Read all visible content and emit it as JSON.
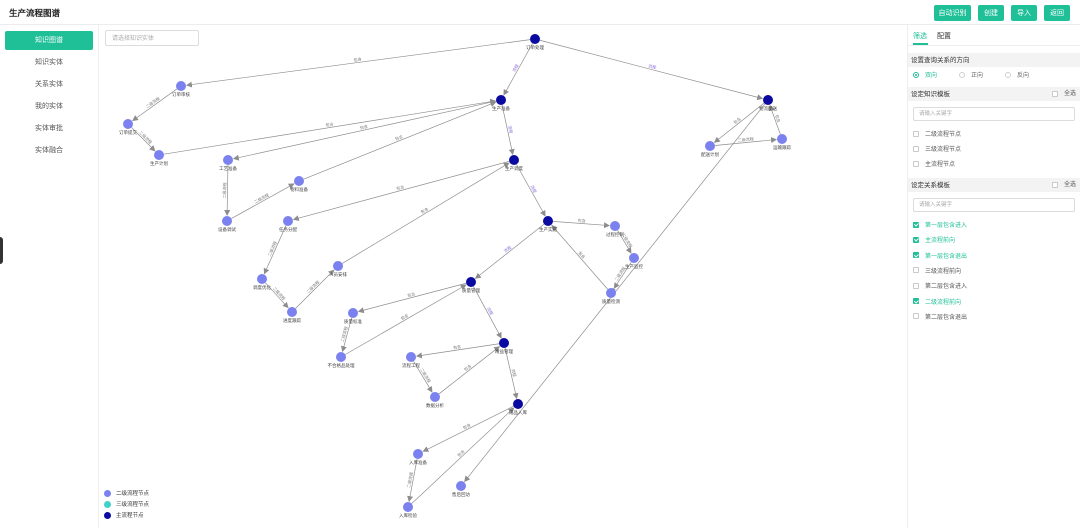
{
  "header": {
    "title": "生产流程图谱",
    "buttons": [
      "自动识别",
      "创建",
      "导入",
      "返回"
    ]
  },
  "sidebar": {
    "items": [
      "知识图谱",
      "知识实体",
      "关系实体",
      "我的实体",
      "实体审批",
      "实体融合"
    ],
    "active_index": 0
  },
  "search": {
    "placeholder": "请选择知识实体"
  },
  "colors": {
    "accent": "#1fbf98",
    "level2": "#7b82ef",
    "level3": "#3fd2c8",
    "main": "#0a0aa0",
    "edge": "#8d8d8d"
  },
  "graph": {
    "nodes": [
      {
        "id": "n_order",
        "label": "订单处理",
        "type": "main"
      },
      {
        "id": "n_orderrev",
        "label": "订单审核",
        "type": "l2"
      },
      {
        "id": "n_ordersub",
        "label": "订单提交",
        "type": "l2"
      },
      {
        "id": "n_prodplan",
        "label": "生产计划",
        "type": "l2"
      },
      {
        "id": "n_prodprep",
        "label": "生产准备",
        "type": "main"
      },
      {
        "id": "n_tech",
        "label": "工艺准备",
        "type": "l2"
      },
      {
        "id": "n_mat",
        "label": "物料准备",
        "type": "l2"
      },
      {
        "id": "n_equip",
        "label": "设备调试",
        "type": "l2"
      },
      {
        "id": "n_sched",
        "label": "生产调度",
        "type": "main"
      },
      {
        "id": "n_task",
        "label": "任务分配",
        "type": "l2"
      },
      {
        "id": "n_people",
        "label": "人员安排",
        "type": "l2"
      },
      {
        "id": "n_schedopt",
        "label": "调度优化",
        "type": "l2"
      },
      {
        "id": "n_progress",
        "label": "进度跟踪",
        "type": "l2"
      },
      {
        "id": "n_prodexec",
        "label": "生产实施",
        "type": "main"
      },
      {
        "id": "n_procctrl",
        "label": "过程控制",
        "type": "l2"
      },
      {
        "id": "n_prodmon",
        "label": "生产监控",
        "type": "l2"
      },
      {
        "id": "n_qc",
        "label": "质量检测",
        "type": "l2"
      },
      {
        "id": "n_qualmgmt",
        "label": "质量管理",
        "type": "main"
      },
      {
        "id": "n_qualstd",
        "label": "质量标准",
        "type": "l2"
      },
      {
        "id": "n_unqual",
        "label": "不合格品处理",
        "type": "l2"
      },
      {
        "id": "n_lean",
        "label": "精益管理",
        "type": "main"
      },
      {
        "id": "n_proceng",
        "label": "流程工程",
        "type": "l2"
      },
      {
        "id": "n_data",
        "label": "数据分析",
        "type": "l2"
      },
      {
        "id": "n_fin",
        "label": "成品入库",
        "type": "main"
      },
      {
        "id": "n_storeprep",
        "label": "入库准备",
        "type": "l2"
      },
      {
        "id": "n_storecheck",
        "label": "入库检验",
        "type": "l2"
      },
      {
        "id": "n_logi",
        "label": "物流配送",
        "type": "main"
      },
      {
        "id": "n_deliv",
        "label": "配送计划",
        "type": "l2"
      },
      {
        "id": "n_track",
        "label": "运输跟踪",
        "type": "l2"
      },
      {
        "id": "n_ret",
        "label": "售后回访",
        "type": "l2"
      }
    ],
    "edges": [
      {
        "s": "n_order",
        "t": "n_orderrev",
        "label": "包含",
        "purple": false
      },
      {
        "s": "n_orderrev",
        "t": "n_ordersub",
        "label": "二级流程",
        "purple": false
      },
      {
        "s": "n_ordersub",
        "t": "n_prodplan",
        "label": "二级流程",
        "purple": false
      },
      {
        "s": "n_prodplan",
        "t": "n_prodprep",
        "label": "包含",
        "purple": false
      },
      {
        "s": "n_order",
        "t": "n_prodprep",
        "label": "流程",
        "purple": true
      },
      {
        "s": "n_order",
        "t": "n_logi",
        "label": "流程",
        "purple": true
      },
      {
        "s": "n_prodprep",
        "t": "n_tech",
        "label": "包含",
        "purple": false
      },
      {
        "s": "n_tech",
        "t": "n_equip",
        "label": "二级流程",
        "purple": false
      },
      {
        "s": "n_equip",
        "t": "n_mat",
        "label": "二级流程",
        "purple": false
      },
      {
        "s": "n_mat",
        "t": "n_prodprep",
        "label": "包含",
        "purple": false
      },
      {
        "s": "n_prodprep",
        "t": "n_sched",
        "label": "流程",
        "purple": true
      },
      {
        "s": "n_sched",
        "t": "n_task",
        "label": "包含",
        "purple": false
      },
      {
        "s": "n_task",
        "t": "n_schedopt",
        "label": "二级流程",
        "purple": false
      },
      {
        "s": "n_schedopt",
        "t": "n_progress",
        "label": "二级流程",
        "purple": false
      },
      {
        "s": "n_progress",
        "t": "n_people",
        "label": "二级流程",
        "purple": false
      },
      {
        "s": "n_people",
        "t": "n_sched",
        "label": "包含",
        "purple": false
      },
      {
        "s": "n_sched",
        "t": "n_prodexec",
        "label": "流程",
        "purple": true
      },
      {
        "s": "n_prodexec",
        "t": "n_procctrl",
        "label": "包含",
        "purple": false
      },
      {
        "s": "n_procctrl",
        "t": "n_prodmon",
        "label": "二级流程",
        "purple": false
      },
      {
        "s": "n_prodmon",
        "t": "n_qc",
        "label": "二级流程",
        "purple": false
      },
      {
        "s": "n_qc",
        "t": "n_prodexec",
        "label": "包含",
        "purple": false
      },
      {
        "s": "n_prodexec",
        "t": "n_qualmgmt",
        "label": "流程",
        "purple": true
      },
      {
        "s": "n_qualmgmt",
        "t": "n_qualstd",
        "label": "包含",
        "purple": false
      },
      {
        "s": "n_qualstd",
        "t": "n_unqual",
        "label": "二级流程",
        "purple": false
      },
      {
        "s": "n_unqual",
        "t": "n_qualmgmt",
        "label": "包含",
        "purple": false
      },
      {
        "s": "n_qualmgmt",
        "t": "n_lean",
        "label": "流程",
        "purple": true
      },
      {
        "s": "n_lean",
        "t": "n_proceng",
        "label": "包含",
        "purple": false
      },
      {
        "s": "n_proceng",
        "t": "n_data",
        "label": "二级流程",
        "purple": false
      },
      {
        "s": "n_data",
        "t": "n_lean",
        "label": "包含",
        "purple": false
      },
      {
        "s": "n_lean",
        "t": "n_fin",
        "label": "流程",
        "purple": false
      },
      {
        "s": "n_fin",
        "t": "n_storeprep",
        "label": "包含",
        "purple": false
      },
      {
        "s": "n_storeprep",
        "t": "n_storecheck",
        "label": "二级流程",
        "purple": false
      },
      {
        "s": "n_storecheck",
        "t": "n_fin",
        "label": "包含",
        "purple": false
      },
      {
        "s": "n_logi",
        "t": "n_deliv",
        "label": "包含",
        "purple": false
      },
      {
        "s": "n_deliv",
        "t": "n_track",
        "label": "二级流程",
        "purple": false
      },
      {
        "s": "n_track",
        "t": "n_logi",
        "label": "包含",
        "purple": false
      },
      {
        "s": "n_logi",
        "t": "n_ret",
        "label": "包含",
        "purple": false
      }
    ]
  },
  "legend": {
    "items": [
      {
        "label": "二级流程节点",
        "color": "#7b82ef"
      },
      {
        "label": "三级流程节点",
        "color": "#3fd2c8"
      },
      {
        "label": "主流程节点",
        "color": "#0a0aa0"
      }
    ]
  },
  "panel": {
    "tabs": [
      "筛选",
      "配置"
    ],
    "active_tab": 0,
    "direction": {
      "title": "设置查询关系的方向",
      "options": [
        "双向",
        "正向",
        "反向"
      ],
      "selected": 0
    },
    "knowledge_template": {
      "title": "设定知识模板",
      "select_all": "全选",
      "placeholder": "请输入关键字",
      "items": [
        {
          "label": "二级流程节点",
          "checked": false
        },
        {
          "label": "三级流程节点",
          "checked": false
        },
        {
          "label": "主流程节点",
          "checked": false
        }
      ]
    },
    "relation_template": {
      "title": "设定关系模板",
      "select_all": "全选",
      "placeholder": "请输入关键字",
      "items": [
        {
          "label": "第一层包含进入",
          "checked": true
        },
        {
          "label": "主流程前向",
          "checked": true
        },
        {
          "label": "第一层包含退出",
          "checked": true
        },
        {
          "label": "三级流程前向",
          "checked": false
        },
        {
          "label": "第二层包含进入",
          "checked": false
        },
        {
          "label": "二级流程前向",
          "checked": true
        },
        {
          "label": "第二层包含退出",
          "checked": false
        }
      ]
    }
  }
}
